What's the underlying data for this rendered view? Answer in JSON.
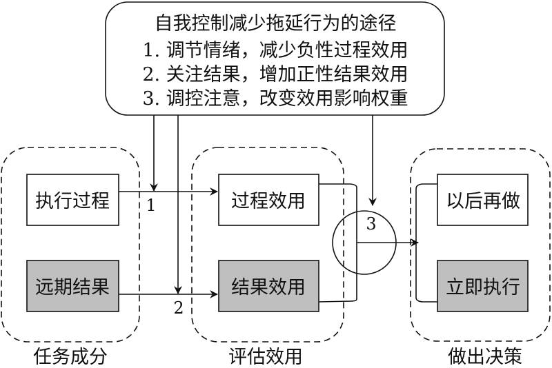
{
  "callout": {
    "title": "自我控制减少拖延行为的途径",
    "lines": [
      "1. 调节情绪，减少负性过程效用",
      "2. 关注结果，增加正性结果效用",
      "3. 调控注意，改变效用影响权重"
    ]
  },
  "groups": [
    {
      "label": "任务成分",
      "boxes": [
        {
          "text": "执行过程",
          "shaded": false
        },
        {
          "text": "远期结果",
          "shaded": true
        }
      ]
    },
    {
      "label": "评估效用",
      "boxes": [
        {
          "text": "过程效用",
          "shaded": false
        },
        {
          "text": "结果效用",
          "shaded": true
        }
      ]
    },
    {
      "label": "做出决策",
      "boxes": [
        {
          "text": "以后再做",
          "shaded": false
        },
        {
          "text": "立即执行",
          "shaded": true
        }
      ]
    }
  ],
  "markers": [
    "1",
    "2",
    "3"
  ],
  "colors": {
    "shaded_box": "#c0bfc0",
    "line": "#111111"
  }
}
